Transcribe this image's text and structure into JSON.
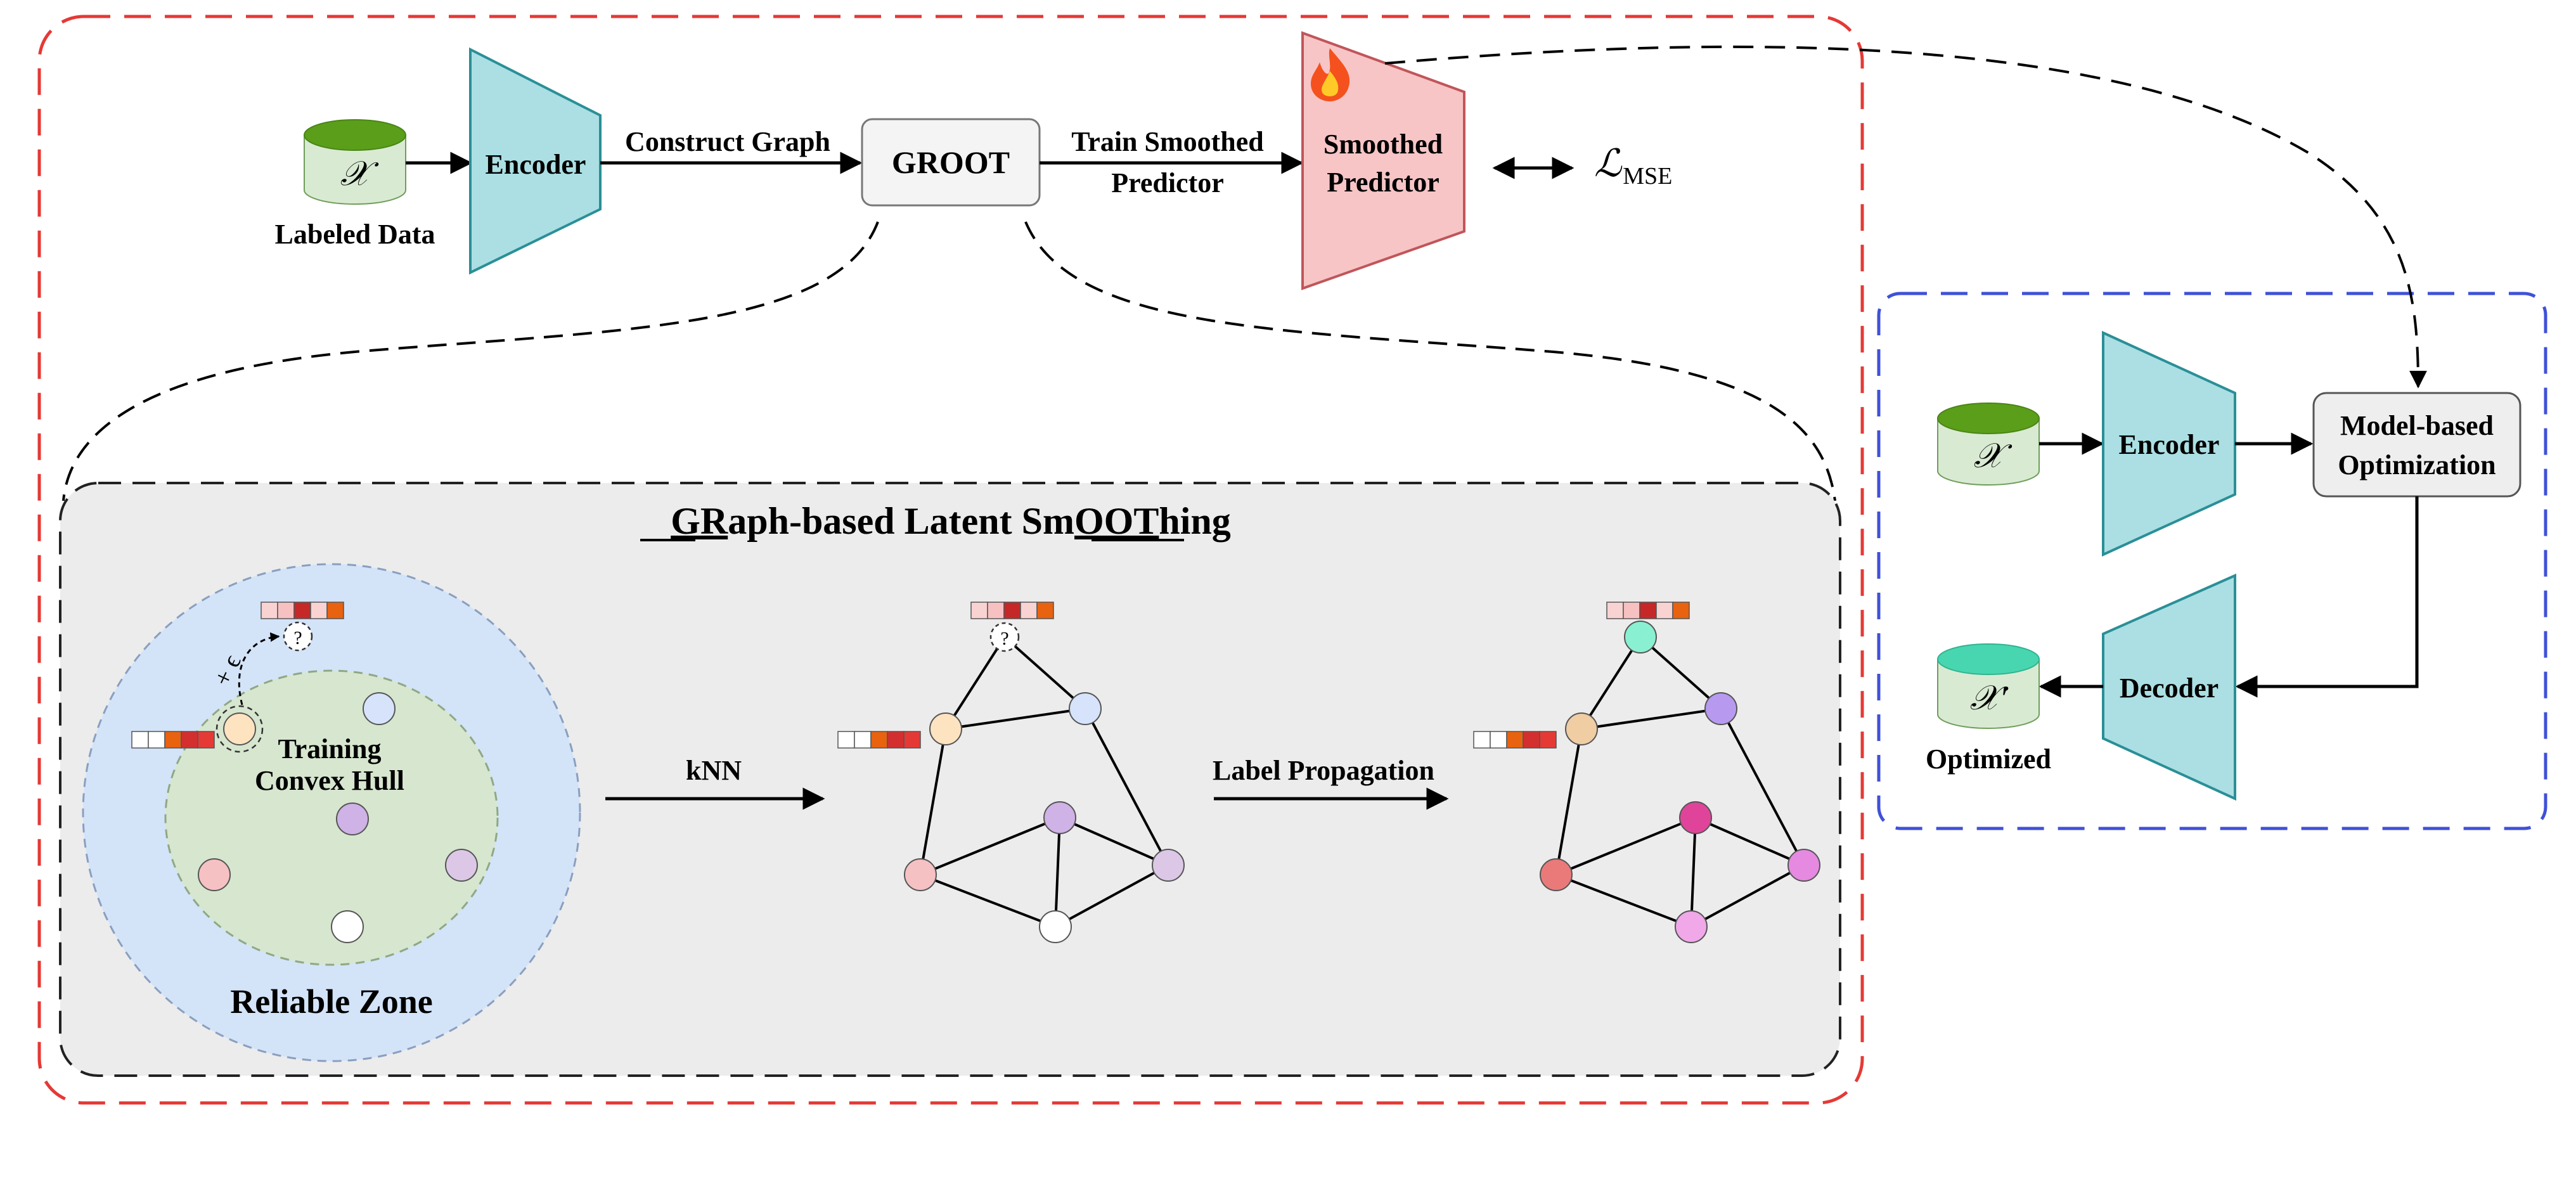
{
  "colors": {
    "outer_red_dash": "#e53935",
    "blue_dash": "#3f51d8",
    "encoder_fill": "#abdfe3",
    "encoder_stroke": "#2a8f97",
    "predictor_fill": "#f7c5c6",
    "predictor_stroke": "#c0565a",
    "cyl_top_green": "#5a9e1a",
    "cyl_body": "#d9ead3",
    "cyl_top_teal": "#48d6b0",
    "groot_fill": "#f4f4f4",
    "panel_fill": "#ececec",
    "reliable_zone": "#d3e3f8",
    "hull": "#d7e6cf"
  },
  "top_pipeline": {
    "data_symbol": "𝒳",
    "data_label": "Labeled Data",
    "encoder_label": "Encoder",
    "construct_graph_label": "Construct Graph",
    "groot_label": "GROOT",
    "train_label_line1": "Train Smoothed",
    "train_label_line2": "Predictor",
    "predictor_line1": "Smoothed",
    "predictor_line2": "Predictor",
    "predictor_icon": "fire-icon",
    "loss_symbol": "ℒ",
    "loss_subscript": "MSE",
    "loss_arrow_icon": "double-arrow-icon"
  },
  "panel": {
    "title_gr": "GR",
    "title_mid": "aph-based Latent Sm",
    "title_oot": "OOT",
    "title_end": "hing",
    "hull_line1": "Training",
    "hull_line2": "Convex Hull",
    "reliable_zone_label": "Reliable Zone",
    "epsilon_label": "+ ϵ",
    "query_mark": "?",
    "knn_label": "kNN",
    "label_prop_label": "Label Propagation"
  },
  "right_pipeline": {
    "input_symbol": "𝒳",
    "encoder_label": "Encoder",
    "opt_line1": "Model-based",
    "opt_line2": "Optimization",
    "decoder_label": "Decoder",
    "output_symbol": "𝒳′",
    "output_label": "Optimized"
  }
}
